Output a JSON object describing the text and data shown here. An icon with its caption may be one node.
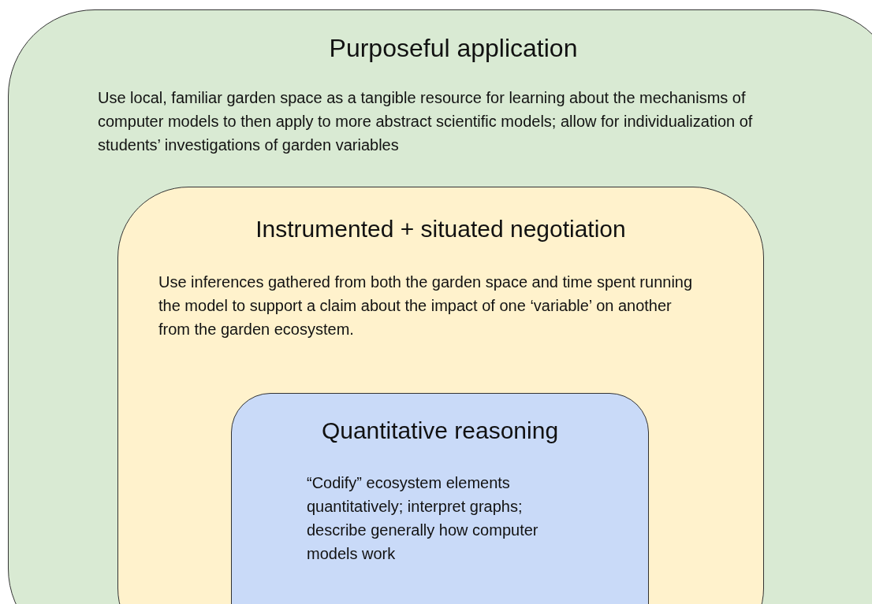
{
  "diagram": {
    "nodes": [
      {
        "text": [
          "Purposeful application",
          "Use local, familiar garden space as a tangible resource for learning about the mechanisms of computer models to then apply to more abstract scientific models; allow for individualization of students’ investigations of garden variables"
        ]
      },
      {
        "text": [
          "Instrumented + situated negotiation",
          "Use inferences gathered from both the garden space and time spent running the model to support a claim about the impact of one ‘variable’ on another from the garden ecosystem."
        ],
        "in": 0
      },
      {
        "text": [
          "Quantitative reasoning",
          "“Codify” ecosystem elements quantitatively; interpret graphs; describe generally how computer models work"
        ],
        "in": 1
      }
    ]
  }
}
